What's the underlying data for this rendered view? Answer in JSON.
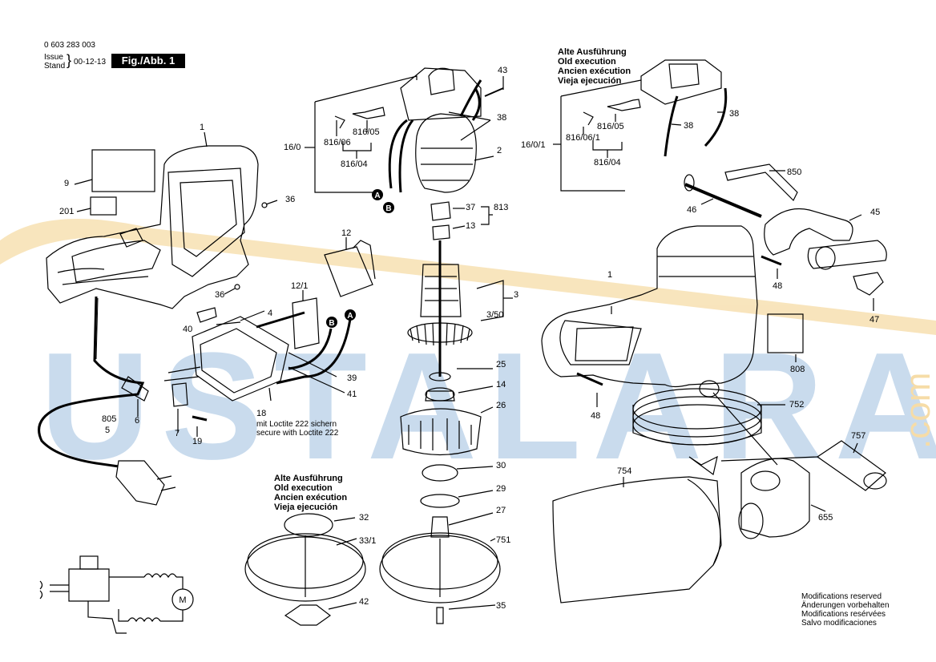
{
  "header": {
    "part_number": "0 603 283 003",
    "issue_label": "Issue",
    "stand_label": "Stand",
    "issue_date": "00-12-13",
    "figure_label": "Fig./Abb. 1"
  },
  "watermark": {
    "text": "USTALARA",
    "suffix": ".com",
    "color": "#8fb4d9",
    "accent": "#f0c060"
  },
  "old_execution_top": [
    "Alte Ausführung",
    "Old execution",
    "Ancien exécution",
    "Vieja ejecución"
  ],
  "old_execution_bottom": [
    "Alte Ausführung",
    "Old execution",
    "Ancien exécution",
    "Vieja ejecución"
  ],
  "loctite_note": [
    "mit Loctite 222 sichern",
    "secure with Loctite 222"
  ],
  "modifications_note": [
    "Modifications reserved",
    "Änderungen vorbehalten",
    "Modifications resérvées",
    "Salvo modificaciones"
  ],
  "circle_labels": [
    "A",
    "B",
    "B",
    "A"
  ],
  "callouts": {
    "c1a": "1",
    "c9": "9",
    "c201": "201",
    "c36a": "36",
    "c36b": "36",
    "c16_0": "16/0",
    "c816_06": "816/06",
    "c816_05": "816/05",
    "c816_04": "816/04",
    "c43": "43",
    "c38a": "38",
    "c2": "2",
    "c37": "37",
    "c813": "813",
    "c13": "13",
    "c12": "12",
    "c12_1": "12/1",
    "c4": "4",
    "c40": "40",
    "c3": "3",
    "c3_50": "3/50",
    "c39": "39",
    "c41": "41",
    "c18": "18",
    "c805": "805",
    "c5": "5",
    "c6": "6",
    "c7": "7",
    "c19": "19",
    "c25": "25",
    "c14": "14",
    "c26": "26",
    "c30": "30",
    "c29": "29",
    "c27": "27",
    "c751": "751",
    "c35": "35",
    "c32": "32",
    "c33_1": "33/1",
    "c42": "42",
    "c16_0_1": "16/0/1",
    "c816_06_1": "816/06/1",
    "c816_05b": "816/05",
    "c816_04b": "816/04",
    "c38b": "38",
    "c38c": "38",
    "c850": "850",
    "c46": "46",
    "c45": "45",
    "c48a": "48",
    "c47": "47",
    "c1b": "1",
    "c808": "808",
    "c752": "752",
    "c48b": "48",
    "c757": "757",
    "c754": "754",
    "c655": "655"
  },
  "motor_symbol": "M"
}
